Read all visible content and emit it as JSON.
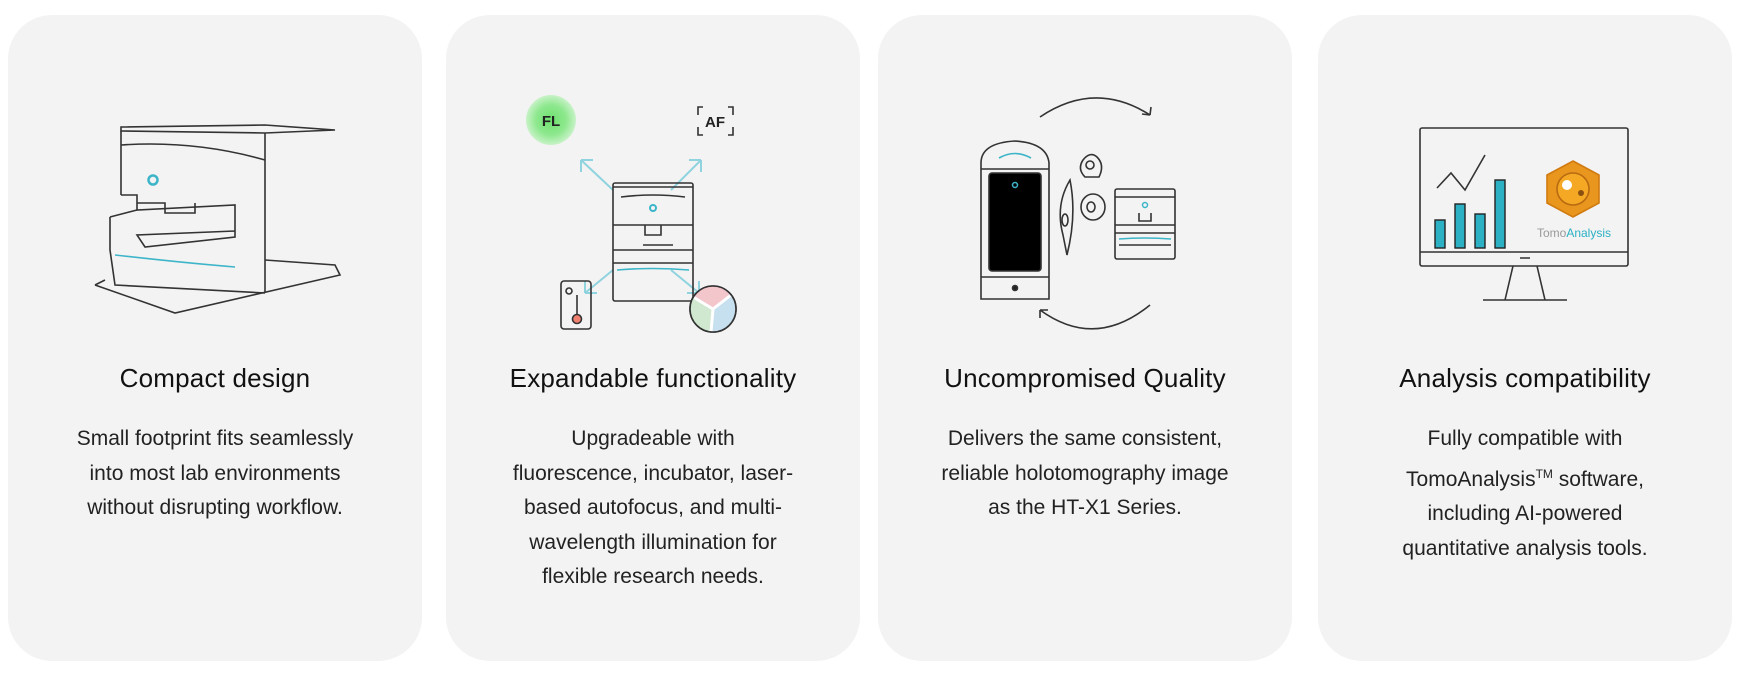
{
  "cards": [
    {
      "title": "Compact design",
      "lines": [
        "Small footprint fits seamlessly",
        "into most lab environments",
        "without disrupting workflow."
      ]
    },
    {
      "title": "Expandable functionality",
      "lines": [
        "Upgradeable with",
        "fluorescence, incubator, laser-",
        "based autofocus, and multi-",
        "wavelength illumination for",
        "flexible research needs."
      ],
      "badges": {
        "fl": "FL",
        "af": "AF"
      }
    },
    {
      "title": "Uncompromised Quality",
      "lines": [
        "Delivers the same consistent,",
        "reliable holotomography image",
        "as the HT-X1 Series."
      ]
    },
    {
      "title": "Analysis compatibility",
      "lines": [
        "Fully compatible with",
        "software,",
        "including AI-powered",
        "quantitative analysis tools."
      ],
      "brand": "TomoAnalysis",
      "tm": "TM",
      "logo_a": "Tomo",
      "logo_b": "Analysis"
    }
  ],
  "colors": {
    "accent": "#3db5c9",
    "card_bg": "#f3f3f3",
    "fl_green": "#6ee06e",
    "logo_orange": "#e8961e"
  }
}
